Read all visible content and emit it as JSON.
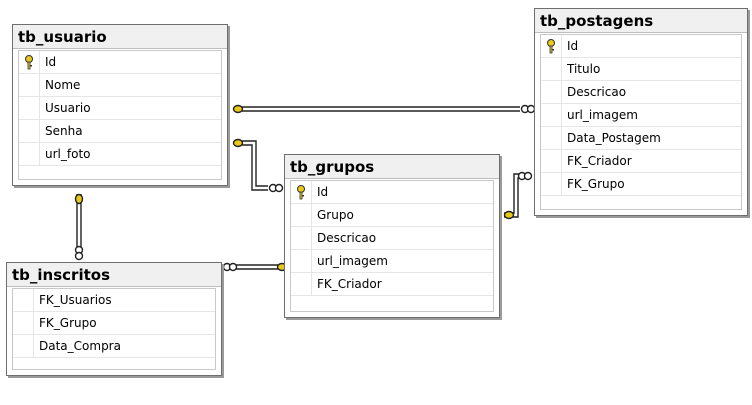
{
  "tables": {
    "usuario": {
      "name": "tb_usuario",
      "fields": [
        "Id",
        "Nome",
        "Usuario",
        "Senha",
        "url_foto"
      ],
      "pk": 0
    },
    "postagens": {
      "name": "tb_postagens",
      "fields": [
        "Id",
        "Titulo",
        "Descricao",
        "url_imagem",
        "Data_Postagem",
        "FK_Criador",
        "FK_Grupo"
      ],
      "pk": 0
    },
    "grupos": {
      "name": "tb_grupos",
      "fields": [
        "Id",
        "Grupo",
        "Descricao",
        "url_imagem",
        "FK_Criador"
      ],
      "pk": 0
    },
    "inscritos": {
      "name": "tb_inscritos",
      "fields": [
        "FK_Usuarios",
        "FK_Grupo",
        "Data_Compra"
      ],
      "pk": null
    }
  },
  "relationships": [
    {
      "from": "tb_usuario",
      "to": "tb_postagens"
    },
    {
      "from": "tb_usuario",
      "to": "tb_grupos"
    },
    {
      "from": "tb_usuario",
      "to": "tb_inscritos"
    },
    {
      "from": "tb_grupos",
      "to": "tb_inscritos"
    },
    {
      "from": "tb_grupos",
      "to": "tb_postagens"
    }
  ],
  "colors": {
    "key": "#e8c81a",
    "line": "#222222",
    "border": "#6f6f6f",
    "header_bg": "#f0f0f0"
  },
  "icons": {
    "primary_key": "key-icon"
  }
}
